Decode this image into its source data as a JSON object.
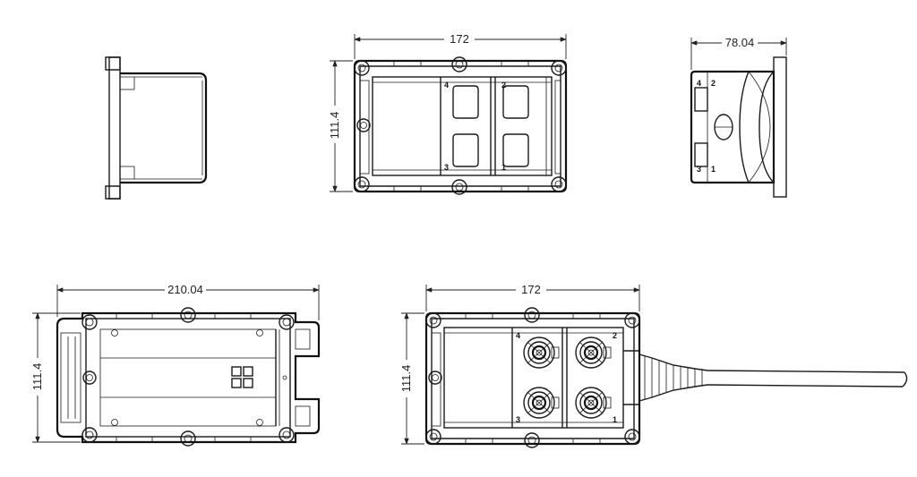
{
  "dimensions": {
    "top_width": "172",
    "top_height": "111.4",
    "side_depth": "78.04",
    "bottom_width": "210.04",
    "bottom_height": "111.4",
    "assembled_width": "172",
    "assembled_height": "111.4"
  },
  "port_numbers": [
    "1",
    "2",
    "3",
    "4"
  ]
}
